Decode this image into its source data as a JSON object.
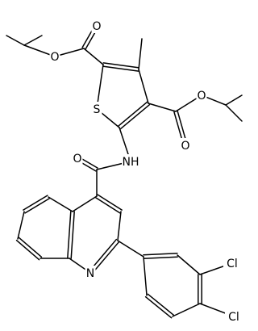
{
  "structure": {
    "atoms": [
      {
        "id": "o_ether_1",
        "label": "O"
      },
      {
        "id": "o_carbonyl_1",
        "label": "O"
      },
      {
        "id": "s_ring",
        "label": "S"
      },
      {
        "id": "o_ether_2",
        "label": "O"
      },
      {
        "id": "o_carbonyl_2",
        "label": "O"
      },
      {
        "id": "o_amide",
        "label": "O"
      },
      {
        "id": "nh_amide",
        "label": "NH"
      },
      {
        "id": "n_quinoline",
        "label": "N"
      },
      {
        "id": "cl_1",
        "label": "Cl"
      },
      {
        "id": "cl_2",
        "label": "Cl"
      }
    ]
  }
}
